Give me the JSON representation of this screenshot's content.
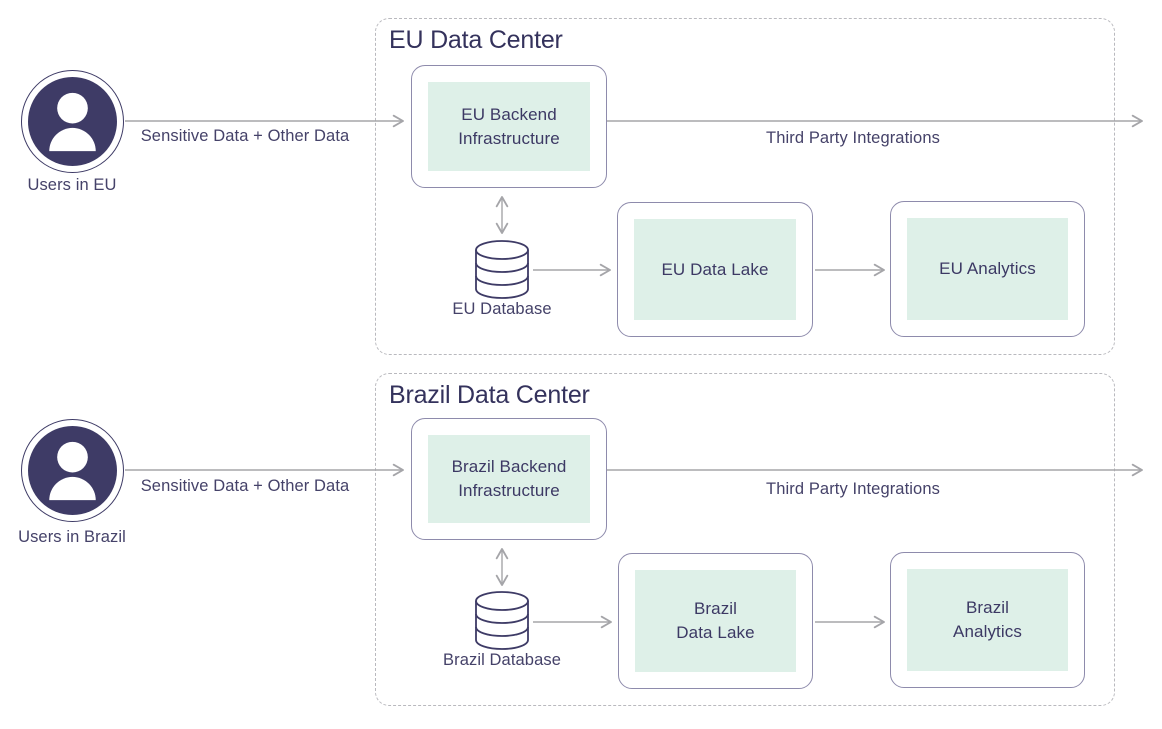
{
  "diagram": {
    "eu": {
      "title": "EU Data Center",
      "user_label": "Users in EU",
      "flow_in_label": "Sensitive Data + Other Data",
      "flow_out_label": "Third Party Integrations",
      "backend_label": "EU Backend\nInfrastructure",
      "database_label": "EU Database",
      "data_lake_label": "EU Data Lake",
      "analytics_label": "EU Analytics"
    },
    "brazil": {
      "title": "Brazil Data Center",
      "user_label": "Users in Brazil",
      "flow_in_label": "Sensitive Data + Other Data",
      "flow_out_label": "Third Party Integrations",
      "backend_label": "Brazil Backend\nInfrastructure",
      "database_label": "Brazil Database",
      "data_lake_label": "Brazil\nData Lake",
      "analytics_label": "Brazil\nAnalytics"
    }
  },
  "colors": {
    "navy": "#3e3b66",
    "title_navy": "#34325c",
    "node_border": "#8e8bac",
    "mint_fill": "#def0e8",
    "arrow_grey": "#a5a5a9",
    "dashed_border": "#b9b9be",
    "background": "#ffffff"
  }
}
